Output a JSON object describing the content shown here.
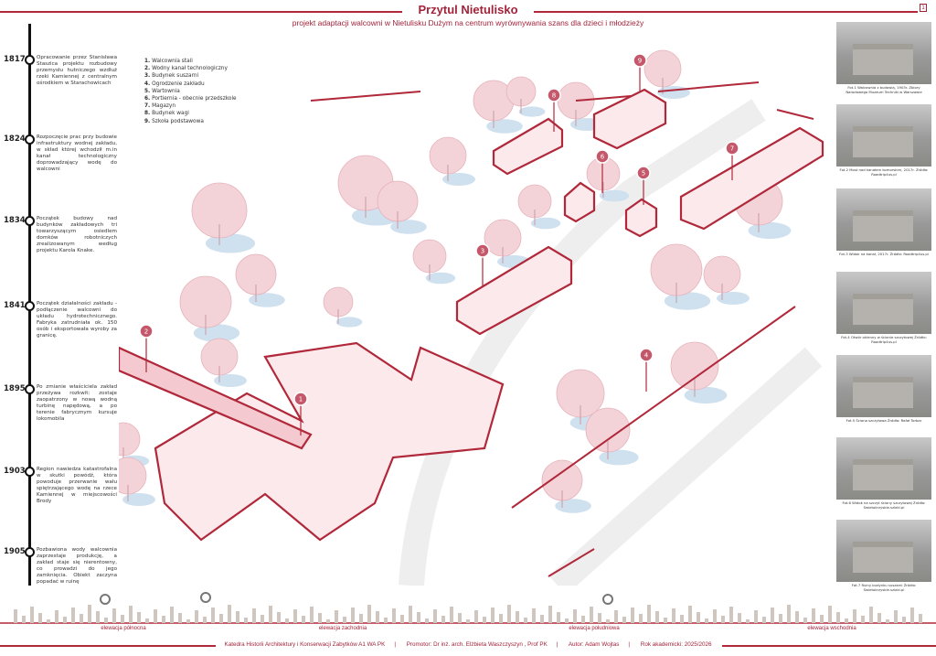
{
  "header": {
    "title": "Przytul Nietulisko",
    "subtitle": "projekt adaptacji walcowni w Nietulisku Dużym na centrum wyrównywania szans dla dzieci i młodzieży",
    "page_number": "1"
  },
  "timeline": [
    {
      "year": "1817",
      "text": "Opracowanie przez Stanisława Staszica projektu rozbudowy przemysłu hutniczego wzdłuż rzeki Kamiennej z centralnym ośrodkiem w Starachowicach"
    },
    {
      "year": "1824",
      "text": "Rozpoczęcie prac przy budowie infrastruktury wodnej zakładu, w skład której wchodził m.in kanał technologiczny doprowadzający wodę do walcowni"
    },
    {
      "year": "1834",
      "text": "Początek budowy nad budynków zakładowych tri towarzyszącym osiedlem domków robotniczych zrealizowanym według projektu Karola Knake."
    },
    {
      "year": "1841",
      "text": "Początek działalności zakładu - podłączenie walcowni do układu hydrotechnicznego. Fabryka zatrudniała ok. 150 osób i eksportowała wyroby za granicę."
    },
    {
      "year": "1895",
      "text": "Po zmianie właściciela zakład przeżywa rozkwit: zostaje zaopatrzony w nową wodną turbinę napędową, a po terenie fabrycznym kursuje lokomobila"
    },
    {
      "year": "1903",
      "text": "Region nawiedza katastrofalna w skutki powódź, która powoduje przerwanie wału spiętrzającego wodę na rzece Kamiennej w miejscowości Brody"
    },
    {
      "year": "1905",
      "text": "Pozbawiona wody walcownia zaprzestaje produkcję, a zakład staje się nierentowny, co prowadzi do jego zamknięcia. Obiekt zaczyna popadać w ruinę"
    }
  ],
  "legend": [
    {
      "num": "1.",
      "label": "Walcownia stali"
    },
    {
      "num": "2.",
      "label": "Wodny kanał technologiczny"
    },
    {
      "num": "3.",
      "label": "Budynek suszarni"
    },
    {
      "num": "4.",
      "label": "Ogrodzenie zakładu"
    },
    {
      "num": "5.",
      "label": "Wartownia"
    },
    {
      "num": "6.",
      "label": "Portiernia - obecnie przedszkole"
    },
    {
      "num": "7.",
      "label": "Magazyn"
    },
    {
      "num": "8.",
      "label": "Budynek wagi"
    },
    {
      "num": "9.",
      "label": "Szkoła podstawowa"
    }
  ],
  "markers": [
    "1",
    "2",
    "3",
    "4",
    "5",
    "6",
    "7",
    "8",
    "9"
  ],
  "photos": [
    {
      "caption": "Fot.1 Walcownia z budowlą, 1903r. Zbiory Narodowego Muzeum Techniki w Warszawie"
    },
    {
      "caption": "Fot.2 Most nad kanałem komorskim, 2017r. Źródło: Roadtrip4us.pl"
    },
    {
      "caption": "Fot.3 Widok na kanał, 2017r. Źródło: Roadtrip4us.pl"
    },
    {
      "caption": "Fot.4 Otwór okienny w ścianie szczytowej Źródło: Roadtrip4us.pl"
    },
    {
      "caption": "Fot.5 Ściana szczytowa Źródło: Rafał Torbar"
    },
    {
      "caption": "Fot.6 Widok na szczyt ściany szczytowej Źródło: Swietokrzyskie.szlaki.pl"
    },
    {
      "caption": "Fot.7 Ruiny budynku suszarni Źródło: Swietokrzyskie.szlaki.pl"
    }
  ],
  "elevations": [
    "elewacja północna",
    "elewacja zachodnia",
    "elewacja południowa",
    "elewacja wschodnia"
  ],
  "footer": {
    "department": "Katedra Historii Architektury i Konserwacji Zabytków A1 WA PK",
    "promotor": "Promotor: Dr inż. arch. Elżbieta Waszczyszyn , Prof PK",
    "author": "Autor: Adam Wojtas",
    "year": "Rok akademicki: 2025/2026"
  },
  "colors": {
    "accent": "#b0283a",
    "tree": "#f3d3d8",
    "shadow": "#cfe0ef"
  }
}
